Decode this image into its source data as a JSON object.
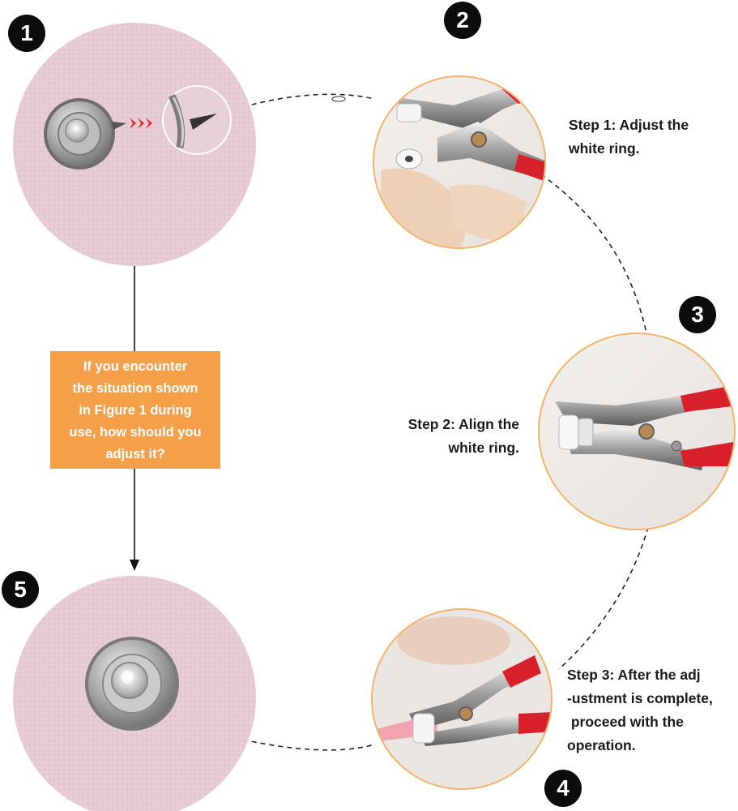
{
  "badges": {
    "b1": "1",
    "b2": "2",
    "b3": "3",
    "b4": "4",
    "b5": "5"
  },
  "question_lines": [
    "If you encounter",
    "the situation shown",
    "in Figure 1 during",
    "use, how should you",
    "adjust it?"
  ],
  "step1_lines": [
    "Step 1: Adjust the",
    "white ring."
  ],
  "step2_lines": [
    "Step 2: Align the",
    "white ring."
  ],
  "step3_lines": [
    "Step 3: After the adj",
    "-ustment is complete,",
    " proceed with the",
    "operation."
  ],
  "colors": {
    "accent_orange": "#f59f49",
    "badge_black": "#0c0c0c",
    "fabric_pink": "#e8cdd6",
    "plier_red": "#d8202b",
    "ring_border": "#f3b36c"
  }
}
